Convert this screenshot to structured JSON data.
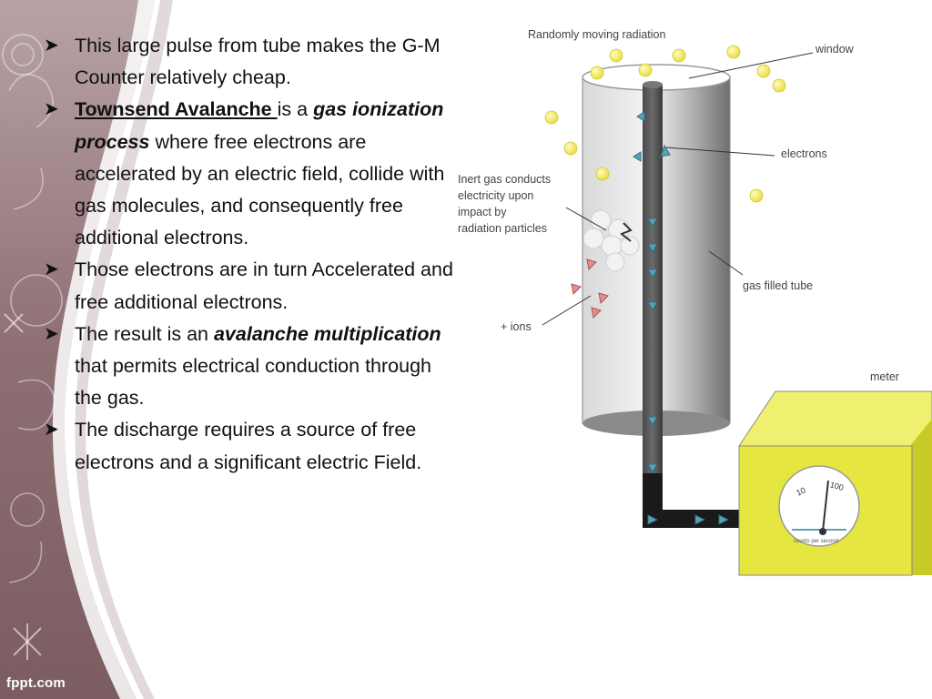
{
  "bullets": [
    {
      "parts": [
        {
          "text": "This large pulse from tube makes the G-M Counter relatively cheap.",
          "style": "normal"
        }
      ]
    },
    {
      "parts": [
        {
          "text": "Townsend Avalanche ",
          "style": "bold-underline"
        },
        {
          "text": "is a ",
          "style": "normal"
        },
        {
          "text": "gas ionization process",
          "style": "bold-italic"
        },
        {
          "text": " where free electrons are accelerated by an electric field, collide with gas molecules, and consequently free additional  electrons.",
          "style": "normal"
        }
      ]
    },
    {
      "parts": [
        {
          "text": "Those electrons are in turn Accelerated and free additional electrons.",
          "style": "normal"
        }
      ]
    },
    {
      "parts": [
        {
          "text": "The result is an ",
          "style": "normal"
        },
        {
          "text": "avalanche multiplication",
          "style": "bold-italic"
        },
        {
          "text": " that permits electrical conduction through the gas.",
          "style": "normal"
        }
      ]
    },
    {
      "parts": [
        {
          "text": "The discharge requires a source of free electrons and a significant electric Field.",
          "style": "normal"
        }
      ]
    }
  ],
  "diagram": {
    "labels": {
      "radiation": "Randomly moving radiation",
      "window": "window",
      "electrons": "electrons",
      "inert_gas": [
        "Inert gas conducts",
        "electricity upon",
        "impact by",
        "radiation particles"
      ],
      "gas_tube": "gas filled tube",
      "ions": "+ ions",
      "meter": "meter",
      "dial_10": "10",
      "dial_100": "100",
      "counts": "counts per second"
    },
    "colors": {
      "meter_box": "#e6e640",
      "particle": "#f5ef6a",
      "tube_dark": "#5c5c5c",
      "wire": "#1a1a1a"
    }
  },
  "footer": "fppt.com"
}
